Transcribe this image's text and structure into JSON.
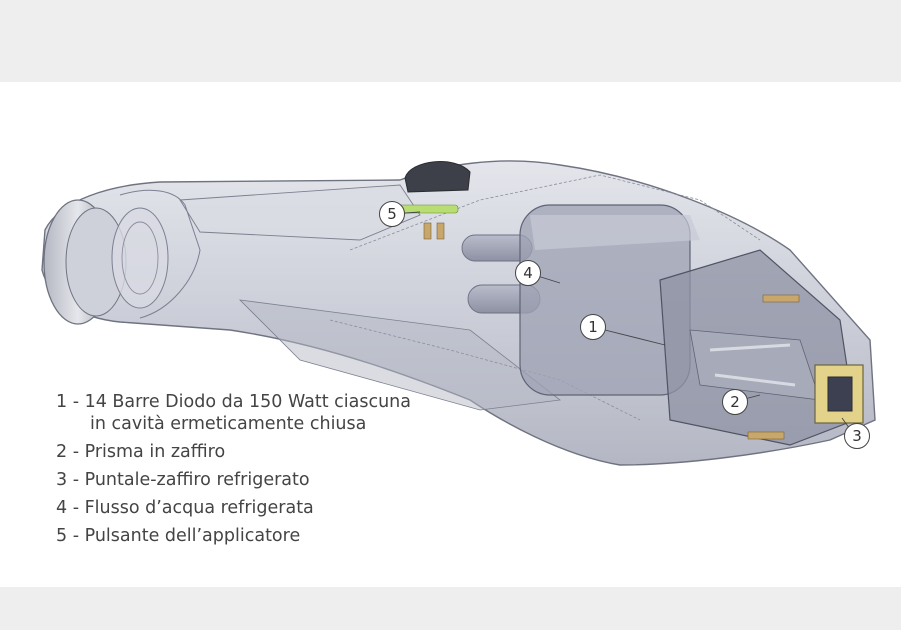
{
  "legend": {
    "items": [
      {
        "line1": "1 - 14 Barre Diodo da 150 Watt ciascuna",
        "line2": "in cavità ermeticamente chiusa"
      },
      {
        "line1": "2 - Prisma in zaffiro"
      },
      {
        "line1": "3 - Puntale-zaffiro refrigerato"
      },
      {
        "line1": "4 - Flusso d’acqua refrigerata"
      },
      {
        "line1": "5 - Pulsante dell’applicatore"
      }
    ]
  },
  "callouts": [
    "1",
    "2",
    "3",
    "4",
    "5"
  ],
  "colors": {
    "background": "#eeeeee",
    "panel": "#ffffff",
    "text": "#444444",
    "housing": "#c9ccd6",
    "outline": "#6f7380",
    "sapphire": "#e3d28a"
  }
}
